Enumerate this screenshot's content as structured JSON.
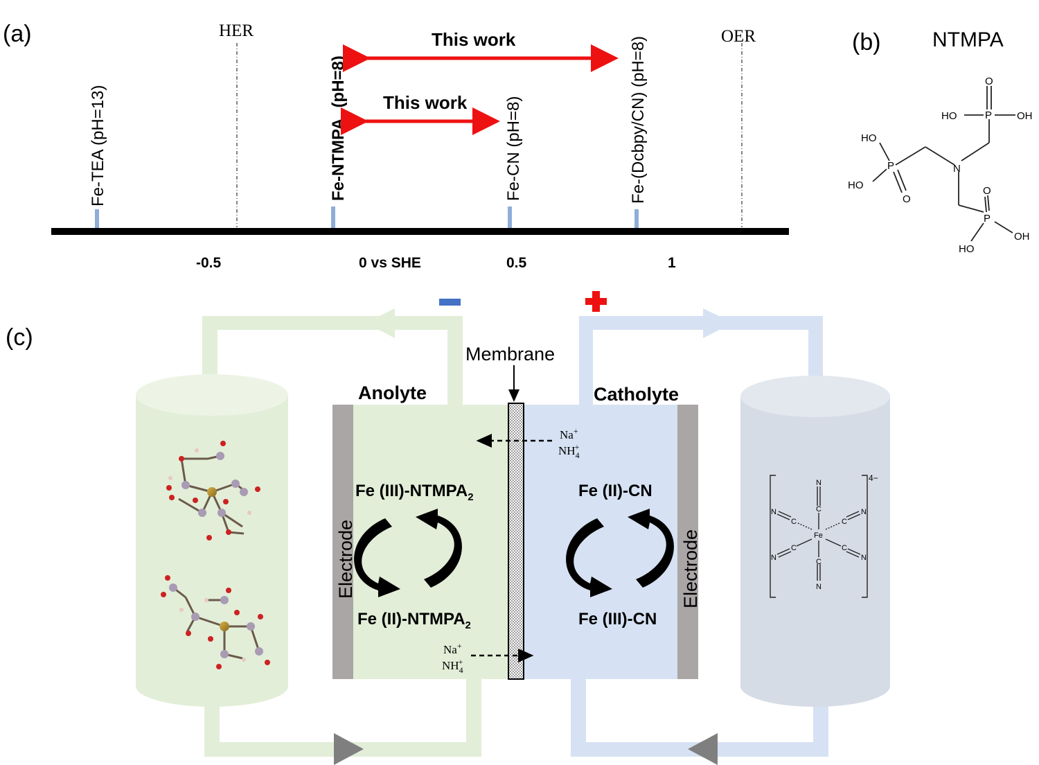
{
  "panel_a": {
    "label": "(a)",
    "her": "HER",
    "oer": "OER",
    "ticks": [
      "-0.5",
      "0 vs SHE",
      "0.5",
      "1"
    ],
    "species": [
      {
        "text": "Fe-TEA (pH=13)",
        "potential": -0.86,
        "bold": false
      },
      {
        "text": "Fe-NTMPA2 (pH=8)",
        "potential": -0.1,
        "bold": true
      },
      {
        "text": "Fe-CN (pH=8)",
        "potential": 0.47,
        "bold": false
      },
      {
        "text": "Fe-(Dcbpy/CN) (pH=8)",
        "potential": 0.88,
        "bold": false
      }
    ],
    "her_potential": -0.41,
    "oer_potential": 1.23,
    "this_work_labels": [
      "This work",
      "This work"
    ],
    "marker_color": "#8fadd9",
    "arrow_color": "#ee1111"
  },
  "panel_b": {
    "label": "(b)",
    "title": "NTMPA",
    "atoms": {
      "n": "N",
      "p": "P",
      "o": "O",
      "ho": "HO",
      "oh": "OH"
    }
  },
  "panel_c": {
    "label": "(c)",
    "membrane": "Membrane",
    "anolyte": "Anolyte",
    "catholyte": "Catholyte",
    "electrode": "Electrode",
    "fe3_ntmpa": "Fe (III)-NTMPA",
    "fe2_ntmpa": "Fe (II)-NTMPA",
    "subscript_2": "2",
    "fe2_cn": "Fe (II)-CN",
    "fe3_cn": "Fe (III)-CN",
    "na": "Na",
    "nh4": "NH",
    "sub4": "4",
    "plus": "+",
    "charge": "4−",
    "fe": "Fe",
    "c": "C",
    "n": "N",
    "colors": {
      "anolyte": "#e2eed8",
      "catholyte": "#d6e2f3",
      "electrode": "#a9a6a5",
      "negative": "#4472c4",
      "positive": "#ee1111"
    }
  }
}
